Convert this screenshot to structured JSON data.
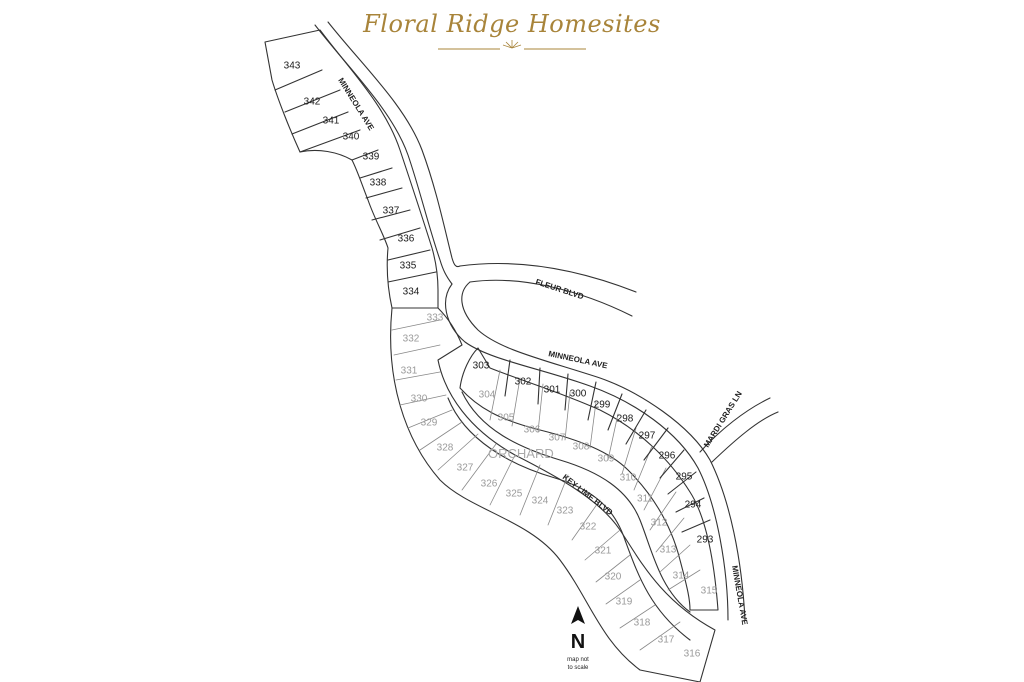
{
  "title": "Floral Ridge Homesites",
  "colors": {
    "title": "#a8843a",
    "available_lot_text": "#1a1a1a",
    "other_lot_text": "#9a9a9a",
    "lines": "#333333"
  },
  "roads": {
    "minneola_ave_north": "MINNEOLA AVE",
    "fleur_blvd": "FLEUR BLVD",
    "minneola_ave_center": "MINNEOLA AVE",
    "mardi_gras_ln": "MARDI GRAS LN",
    "key_lime_blvd": "KEY LIME BLVD",
    "minneola_ave_south": "MINNEOLA AVE"
  },
  "area_label": "ORCHARD",
  "compass": {
    "letter": "N",
    "note_line1": "map not",
    "note_line2": "to scale"
  },
  "lots": [
    {
      "id": "343",
      "style": "dark"
    },
    {
      "id": "342",
      "style": "dark"
    },
    {
      "id": "341",
      "style": "dark"
    },
    {
      "id": "340",
      "style": "dark"
    },
    {
      "id": "339",
      "style": "dark"
    },
    {
      "id": "338",
      "style": "dark"
    },
    {
      "id": "337",
      "style": "dark"
    },
    {
      "id": "336",
      "style": "dark"
    },
    {
      "id": "335",
      "style": "dark"
    },
    {
      "id": "334",
      "style": "dark"
    },
    {
      "id": "333",
      "style": "light"
    },
    {
      "id": "332",
      "style": "light"
    },
    {
      "id": "331",
      "style": "light"
    },
    {
      "id": "330",
      "style": "light"
    },
    {
      "id": "329",
      "style": "light"
    },
    {
      "id": "328",
      "style": "light"
    },
    {
      "id": "327",
      "style": "light"
    },
    {
      "id": "326",
      "style": "light"
    },
    {
      "id": "325",
      "style": "light"
    },
    {
      "id": "324",
      "style": "light"
    },
    {
      "id": "323",
      "style": "light"
    },
    {
      "id": "322",
      "style": "light"
    },
    {
      "id": "321",
      "style": "light"
    },
    {
      "id": "320",
      "style": "light"
    },
    {
      "id": "319",
      "style": "light"
    },
    {
      "id": "318",
      "style": "light"
    },
    {
      "id": "317",
      "style": "light"
    },
    {
      "id": "316",
      "style": "light"
    },
    {
      "id": "315",
      "style": "light"
    },
    {
      "id": "314",
      "style": "light"
    },
    {
      "id": "313",
      "style": "light"
    },
    {
      "id": "312",
      "style": "light"
    },
    {
      "id": "311",
      "style": "light"
    },
    {
      "id": "310",
      "style": "light"
    },
    {
      "id": "309",
      "style": "light"
    },
    {
      "id": "308",
      "style": "light"
    },
    {
      "id": "307",
      "style": "light"
    },
    {
      "id": "306",
      "style": "light"
    },
    {
      "id": "305",
      "style": "light"
    },
    {
      "id": "304",
      "style": "light"
    },
    {
      "id": "303",
      "style": "dark"
    },
    {
      "id": "302",
      "style": "dark"
    },
    {
      "id": "301",
      "style": "dark"
    },
    {
      "id": "300",
      "style": "dark"
    },
    {
      "id": "299",
      "style": "dark"
    },
    {
      "id": "298",
      "style": "dark"
    },
    {
      "id": "297",
      "style": "dark"
    },
    {
      "id": "296",
      "style": "dark"
    },
    {
      "id": "295",
      "style": "dark"
    },
    {
      "id": "294",
      "style": "dark"
    },
    {
      "id": "293",
      "style": "dark"
    }
  ]
}
